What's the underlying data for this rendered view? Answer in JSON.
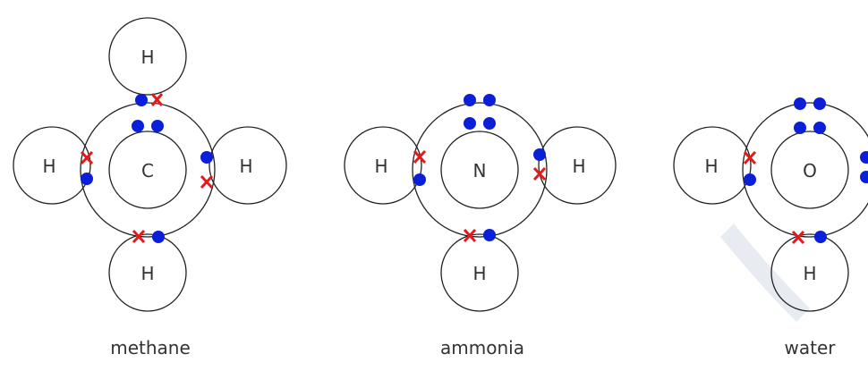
{
  "colors": {
    "central_electron": "#0b1fd8",
    "hydrogen_electron": "#e41a1a",
    "line": "#222222",
    "text": "#333333",
    "watermark": "#e9ebf2"
  },
  "molecules": [
    {
      "caption": "methane",
      "central": "C",
      "hydrogens": [
        "H",
        "H",
        "H",
        "H"
      ]
    },
    {
      "caption": "ammonia",
      "central": "N",
      "hydrogens": [
        "H",
        "H",
        "H"
      ]
    },
    {
      "caption": "water",
      "central": "O",
      "hydrogens": [
        "H",
        "H"
      ]
    }
  ]
}
